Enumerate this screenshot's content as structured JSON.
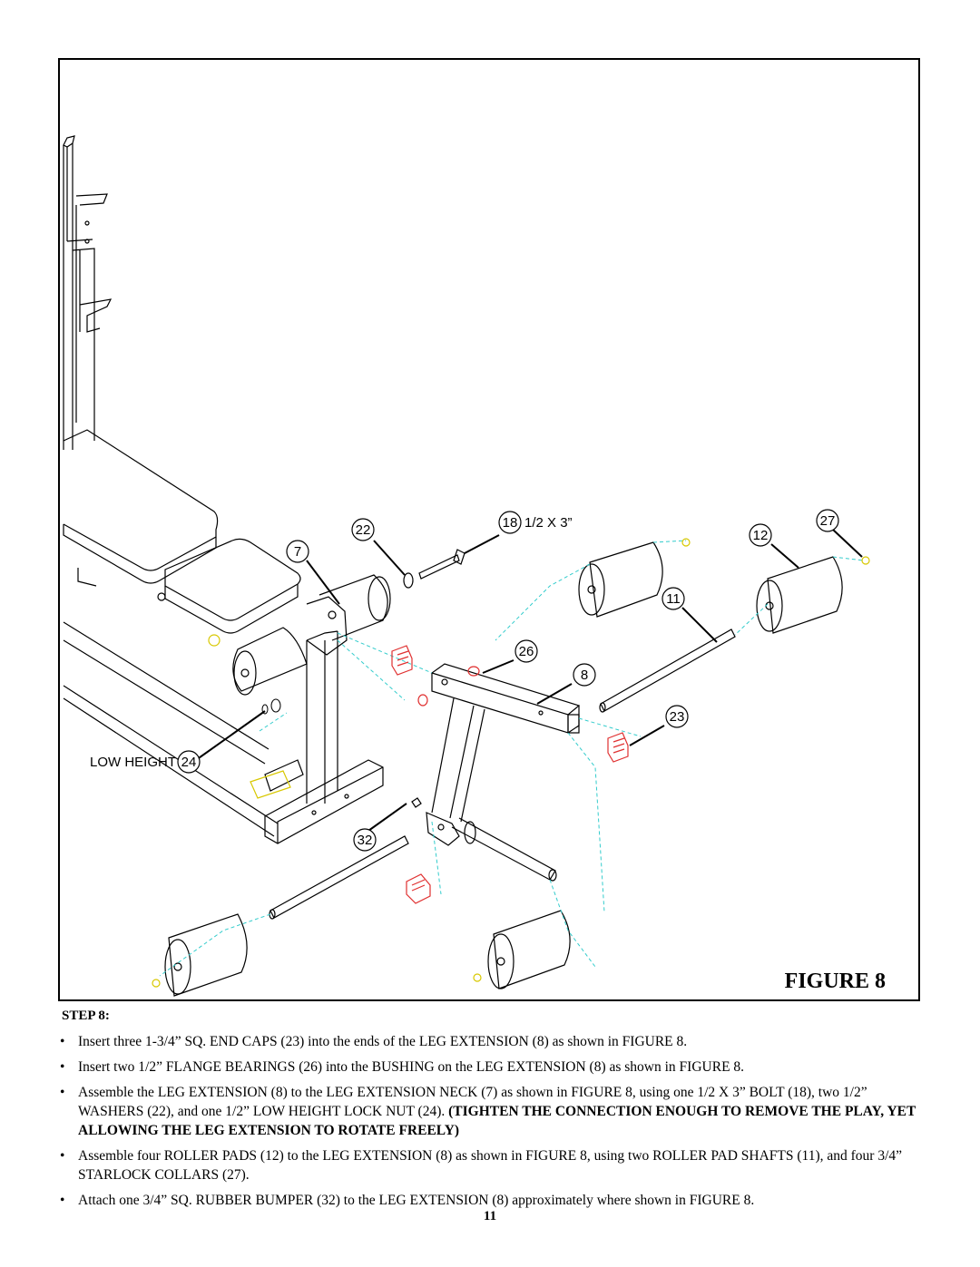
{
  "figure": {
    "title": "FIGURE 8",
    "callouts": {
      "c22": "22",
      "c7": "7",
      "c18": "18",
      "c18_spec": "1/2 X 3”",
      "c12": "12",
      "c27": "27",
      "c11": "11",
      "c26": "26",
      "c8": "8",
      "c23": "23",
      "low_height_label": "LOW HEIGHT",
      "c24": "24",
      "c32": "32"
    },
    "colors": {
      "line": "#000000",
      "dashed_guide": "#33cccc",
      "end_cap": "#e03030",
      "collar": "#e8d800",
      "bearing": "#e03030"
    }
  },
  "step": {
    "heading": "STEP 8:",
    "bullet_symbol": "•",
    "items": [
      {
        "text": "Insert three 1-3/4” SQ. END CAPS (23) into the ends of the LEG EXTENSION (8) as shown in FIGURE 8.",
        "bold": ""
      },
      {
        "text": "Insert two 1/2” FLANGE BEARINGS (26) into the BUSHING on the LEG EXTENSION (8) as shown in FIGURE 8.",
        "bold": ""
      },
      {
        "text": "Assemble the LEG EXTENSION (8) to the LEG EXTENSION NECK (7) as shown in FIGURE 8, using one 1/2 X 3” BOLT (18), two 1/2” WASHERS (22), and one 1/2” LOW HEIGHT LOCK NUT (24).  ",
        "bold": "(TIGHTEN THE CONNECTION ENOUGH TO REMOVE THE PLAY, YET ALLOWING THE LEG EXTENSION TO ROTATE FREELY)"
      },
      {
        "text": "Assemble four ROLLER PADS (12) to the LEG EXTENSION (8) as shown in FIGURE 8, using two ROLLER PAD SHAFTS (11), and four 3/4” STARLOCK COLLARS (27).",
        "bold": ""
      },
      {
        "text": "Attach one 3/4” SQ. RUBBER BUMPER (32) to the LEG EXTENSION (8) approximately where shown  in FIGURE 8.",
        "bold": ""
      }
    ]
  },
  "page_number": "11"
}
